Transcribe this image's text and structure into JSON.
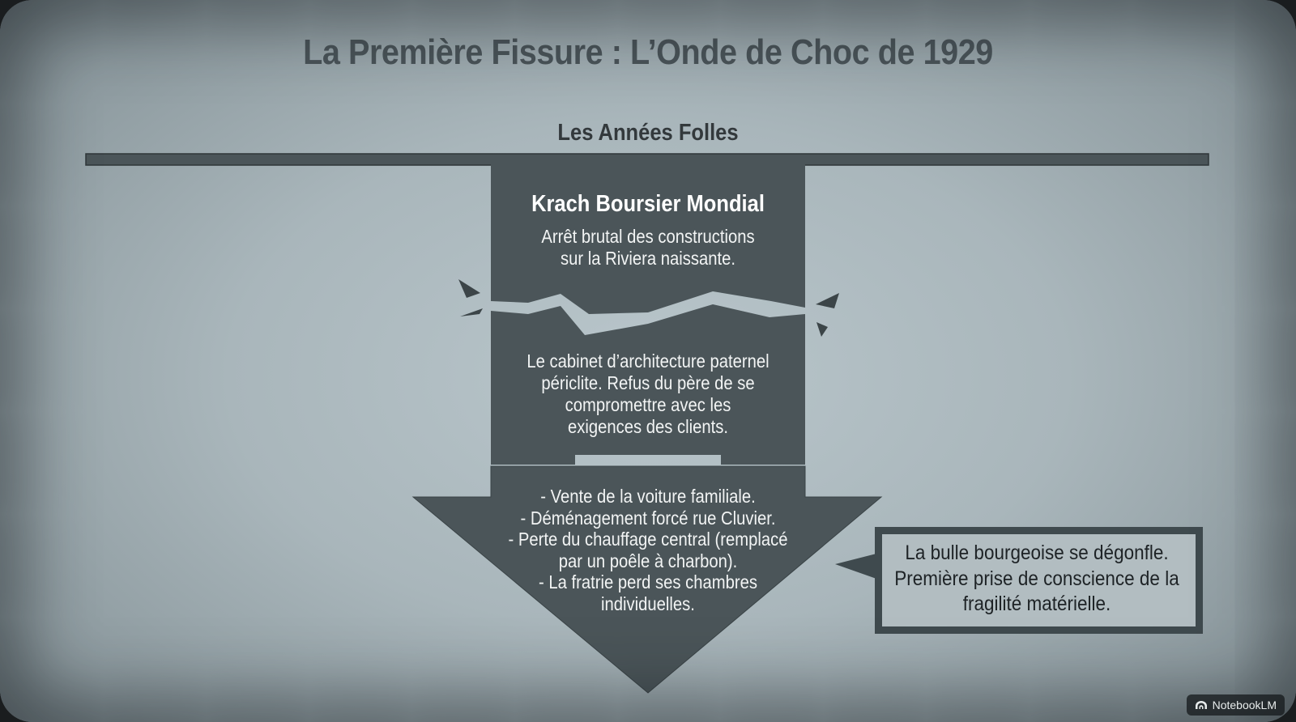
{
  "title": "La Première Fissure : L’Onde de Choc de 1929",
  "period_label": "Les Années Folles",
  "crash": {
    "title": "Krach Boursier Mondial",
    "description_lines": [
      "Arrêt brutal des constructions",
      "sur la Riviera naissante."
    ]
  },
  "firm": {
    "description_lines": [
      "Le cabinet d’architecture paternel",
      "périclite. Refus du père de se",
      "compromettre avec les",
      "exigences des clients."
    ]
  },
  "consequences": {
    "lines": [
      "- Vente de la voiture familiale.",
      "- Déménagement forcé rue Cluvier.",
      "- Perte du chauffage central (remplacé",
      "par un poêle à charbon).",
      "- La fratrie perd ses chambres",
      "individuelles."
    ]
  },
  "callout": {
    "lines": [
      "La bulle bourgeoise se dégonfle.",
      "Première prise de conscience de la",
      "fragilité matérielle."
    ]
  },
  "badge": {
    "label": "NotebookLM"
  },
  "colors": {
    "shape_fill": "#4b5559",
    "title": "#4a5459",
    "background": "#aeb9be",
    "callout_fill": "#b2bdc1"
  },
  "icons": [
    "crack-spark-icon",
    "notebooklm-logo-icon"
  ]
}
